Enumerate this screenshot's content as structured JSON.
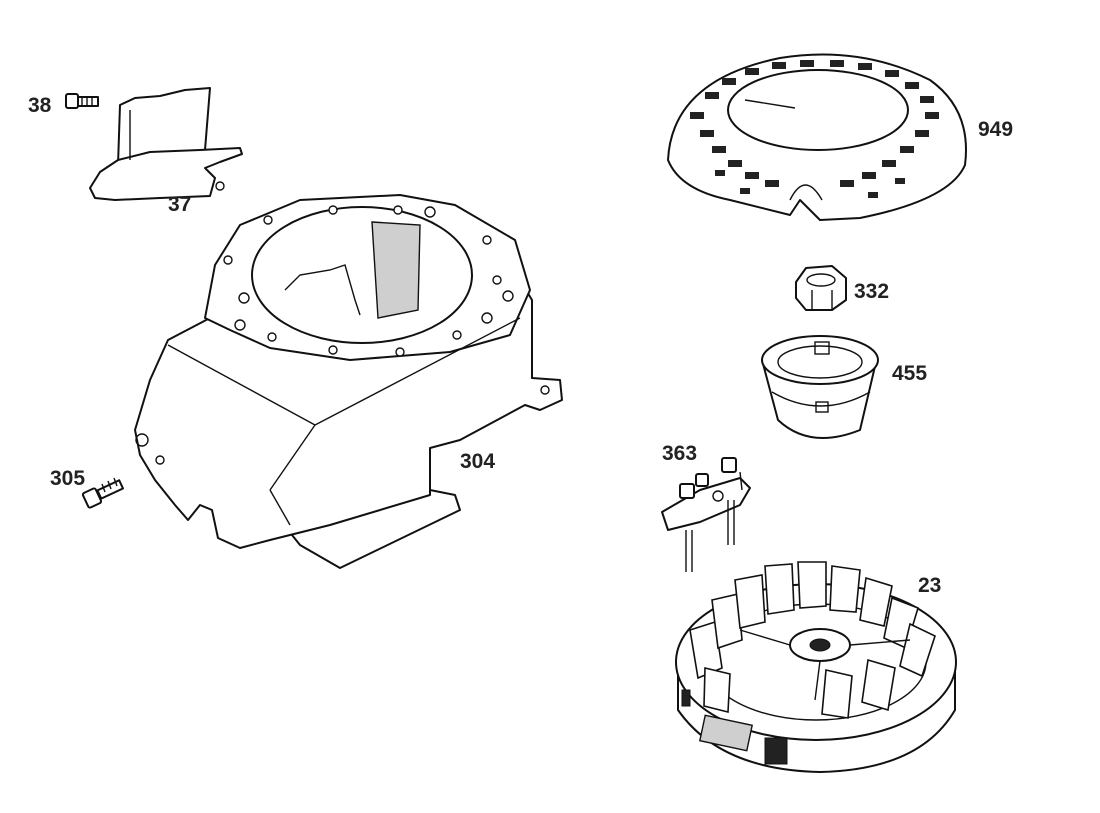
{
  "parts": [
    {
      "id": "38",
      "label": "38",
      "icon": "screw-icon"
    },
    {
      "id": "37",
      "label": "37",
      "icon": "air-guide-icon"
    },
    {
      "id": "304",
      "label": "304",
      "icon": "blower-housing-icon"
    },
    {
      "id": "305",
      "label": "305",
      "icon": "screw-icon"
    },
    {
      "id": "949",
      "label": "949",
      "icon": "rotating-screen-icon"
    },
    {
      "id": "332",
      "label": "332",
      "icon": "nut-icon"
    },
    {
      "id": "455",
      "label": "455",
      "icon": "starter-cup-icon"
    },
    {
      "id": "363",
      "label": "363",
      "icon": "ignition-bracket-icon"
    },
    {
      "id": "23",
      "label": "23",
      "icon": "flywheel-icon"
    }
  ],
  "colors": {
    "line": "#111111",
    "background": "#ffffff"
  }
}
